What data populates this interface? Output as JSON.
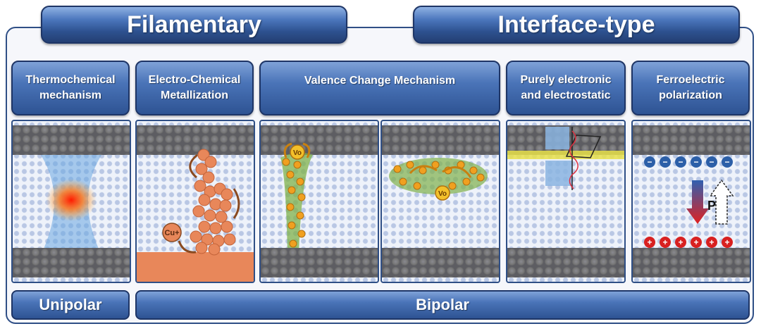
{
  "banners": {
    "filamentary": "Filamentary",
    "interface": "Interface-type"
  },
  "mechanisms": [
    {
      "label": "Thermochemical\nmechanism"
    },
    {
      "label": "Electro-Chemical\nMetallization"
    },
    {
      "label": "Valence Change Mechanism"
    },
    {
      "label": "Purely electronic\nand electrostatic"
    },
    {
      "label": "Ferroelectric\npolarization"
    }
  ],
  "footers": {
    "unipolar": "Unipolar",
    "bipolar": "Bipolar"
  },
  "panels": {
    "ecm_ion": "Cu+",
    "vcm_vacancy": "Vo",
    "ferro_polarization": "P",
    "ferro_top_charge": "−",
    "ferro_bottom_charge": "+"
  },
  "colors": {
    "banner_blue": "#2d518f",
    "copper": "#e8875a",
    "vacancy_orange": "#f0a020",
    "filament_green": "#7fb14a",
    "hot_spot_red": "#e52222"
  }
}
